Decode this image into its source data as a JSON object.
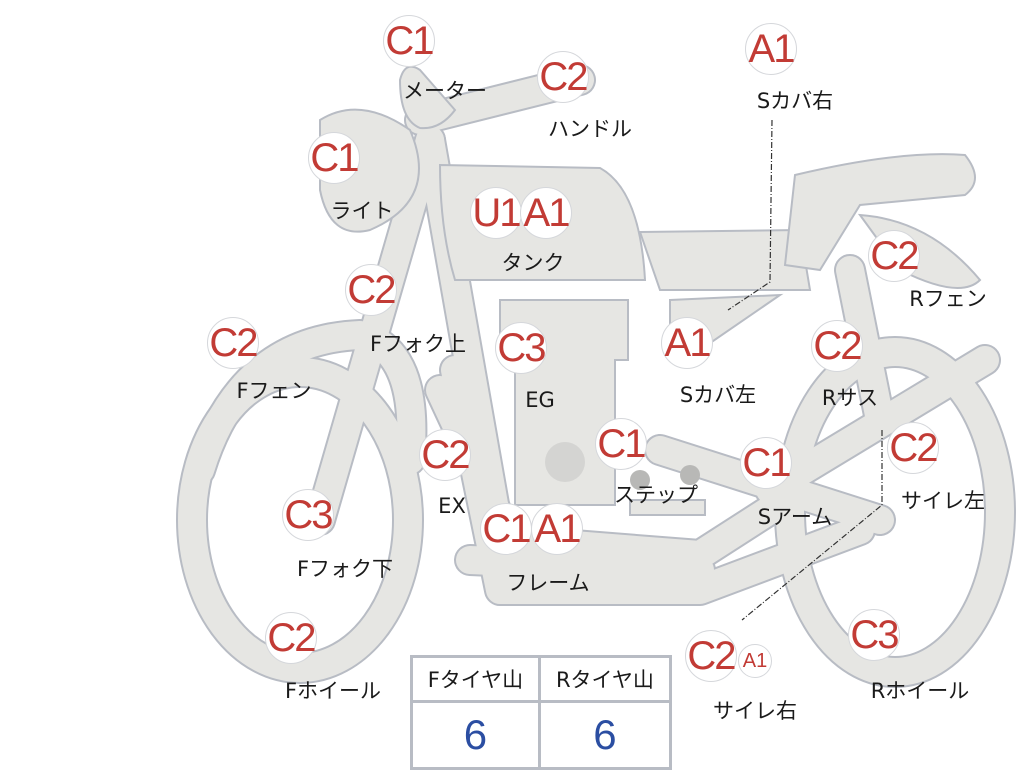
{
  "parts": [
    {
      "grades": [
        "C1"
      ],
      "label": "メーター"
    },
    {
      "grades": [
        "C2"
      ],
      "label": "ハンドル"
    },
    {
      "grades": [
        "A1"
      ],
      "label": "Sカバ右"
    },
    {
      "grades": [
        "C1"
      ],
      "label": "ライト"
    },
    {
      "grades": [
        "U1",
        "A1"
      ],
      "label": "タンク"
    },
    {
      "grades": [
        "C2"
      ],
      "label": "Rフェン"
    },
    {
      "grades": [
        "C2"
      ],
      "label": "Fフォク上"
    },
    {
      "grades": [
        "C2"
      ],
      "label": "Fフェン"
    },
    {
      "grades": [
        "C3"
      ],
      "label": "EG"
    },
    {
      "grades": [
        "A1"
      ],
      "label": "Sカバ左"
    },
    {
      "grades": [
        "C2"
      ],
      "label": "Rサス"
    },
    {
      "grades": [
        "C2"
      ],
      "label": "EX"
    },
    {
      "grades": [
        "C1"
      ],
      "label": "ステップ"
    },
    {
      "grades": [
        "C1"
      ],
      "label": "Sアーム"
    },
    {
      "grades": [
        "C2"
      ],
      "label": "サイレ左"
    },
    {
      "grades": [
        "C3"
      ],
      "label": "Fフォク下"
    },
    {
      "grades": [
        "C1",
        "A1"
      ],
      "label": "フレーム"
    },
    {
      "grades": [
        "C2"
      ],
      "label": "Fホイール"
    },
    {
      "grades": [
        "C2",
        "A1"
      ],
      "label": "サイレ右"
    },
    {
      "grades": [
        "C3"
      ],
      "label": "Rホイール"
    }
  ],
  "tire_table": {
    "headers": [
      "Fタイヤ山",
      "Rタイヤ山"
    ],
    "values": [
      "6",
      "6"
    ]
  },
  "colors": {
    "grade": "#c23b35",
    "tire_value": "#2b4ea2",
    "body": "#e6e6e3",
    "outline": "#b8bcc4"
  }
}
